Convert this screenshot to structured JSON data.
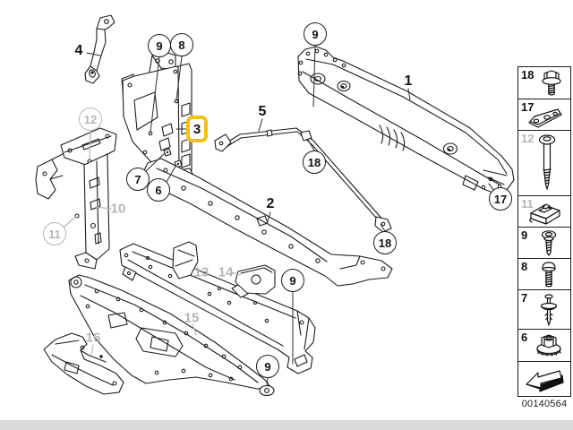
{
  "page": {
    "image_number": "00140564",
    "footer_bar_color": "#d9d9d9"
  },
  "diagram": {
    "kind": "parts-exploded-diagram",
    "highlighted_callout": "3",
    "highlight_color": "#f2c118",
    "dim_color": "#b5b5b5",
    "line_color": "#1c1c1c"
  },
  "callouts": {
    "c9a": "9",
    "c8": "8",
    "c9b": "9",
    "c18a": "18",
    "c7": "7",
    "c6": "6",
    "c18b": "18",
    "c17": "17",
    "c9c": "9",
    "c9d": "9",
    "c12": "12",
    "c11": "11",
    "p1": "1",
    "p2": "2",
    "p3": "3",
    "p4": "4",
    "p5": "5",
    "p10": "10",
    "p13": "13",
    "p14": "14",
    "p15": "15",
    "p16": "16"
  },
  "sidebar": {
    "items": [
      {
        "label": "18",
        "icon": "hex-flange-bolt",
        "dimmed": false
      },
      {
        "label": "17",
        "icon": "mounting-plate",
        "dimmed": false
      },
      {
        "label": "12",
        "icon": "long-screw",
        "dimmed": true
      },
      {
        "label": "11",
        "icon": "clip-nut",
        "dimmed": true
      },
      {
        "label": "9",
        "icon": "tapping-screw",
        "dimmed": false
      },
      {
        "label": "8",
        "icon": "round-head-screw",
        "dimmed": false
      },
      {
        "label": "7",
        "icon": "push-rivet",
        "dimmed": false
      },
      {
        "label": "6",
        "icon": "flange-nut",
        "dimmed": false
      },
      {
        "label": "",
        "icon": "direction-arrow",
        "dimmed": false
      }
    ]
  }
}
